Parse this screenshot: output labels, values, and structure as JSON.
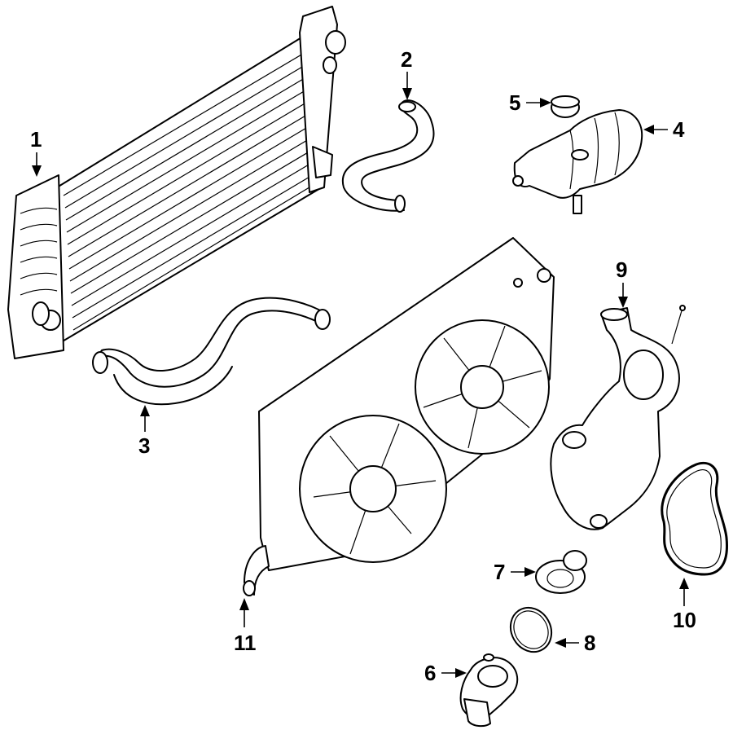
{
  "diagram": {
    "callouts": [
      {
        "id": "1",
        "label": "1",
        "part": "radiator"
      },
      {
        "id": "2",
        "label": "2",
        "part": "upper-radiator-hose"
      },
      {
        "id": "3",
        "label": "3",
        "part": "lower-radiator-hose"
      },
      {
        "id": "4",
        "label": "4",
        "part": "coolant-reservoir"
      },
      {
        "id": "5",
        "label": "5",
        "part": "reservoir-cap"
      },
      {
        "id": "6",
        "label": "6",
        "part": "thermostat-housing"
      },
      {
        "id": "7",
        "label": "7",
        "part": "thermostat"
      },
      {
        "id": "8",
        "label": "8",
        "part": "thermostat-gasket"
      },
      {
        "id": "9",
        "label": "9",
        "part": "water-pump"
      },
      {
        "id": "10",
        "label": "10",
        "part": "water-pump-gasket"
      },
      {
        "id": "11",
        "label": "11",
        "part": "cooling-fan-assembly"
      }
    ]
  }
}
